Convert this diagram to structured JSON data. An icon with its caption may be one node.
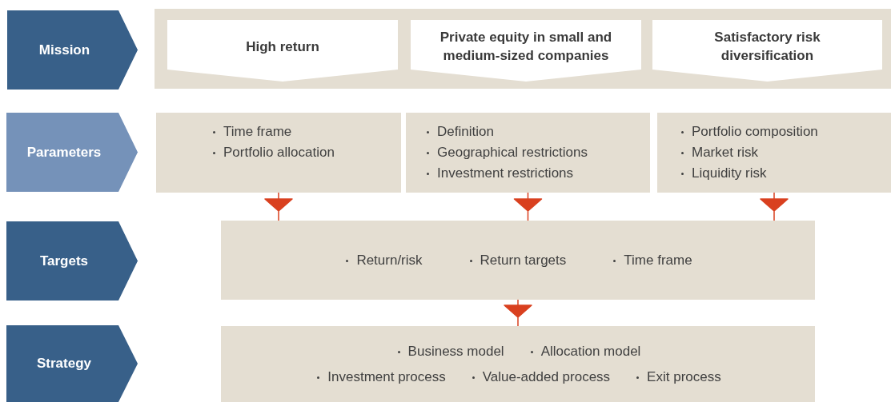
{
  "diagram": {
    "nodes": [
      {
        "text": [
          "Mission"
        ]
      },
      {
        "text": [],
        "shape": "box"
      },
      {
        "text": [
          "High return"
        ],
        "in": 1
      },
      {
        "text": [
          "Private equity in small and medium-sized companies"
        ],
        "in": 1
      },
      {
        "text": [
          "Satisfactory risk diversification"
        ],
        "in": 1
      },
      {
        "text": [
          "Parameters"
        ]
      },
      {
        "text": [
          "Time frame",
          "Portfolio allocation"
        ]
      },
      {
        "text": [
          "Definition",
          "Geographical restrictions",
          "Investment restrictions"
        ]
      },
      {
        "text": [
          "Portfolio composition",
          "Market risk",
          "Liquidity risk"
        ]
      },
      {
        "text": [
          "Targets"
        ]
      },
      {
        "text": [
          "Return/risk",
          "Return targets",
          "Time frame"
        ]
      },
      {
        "text": [
          "Strategy"
        ]
      },
      {
        "text": [
          "Business model",
          "Allocation model",
          "Investment process",
          "Value-added process",
          "Exit process"
        ]
      }
    ],
    "edges": [
      {
        "from": 6,
        "to": 10,
        "arrow": "to"
      },
      {
        "from": 7,
        "to": 10,
        "arrow": "to"
      },
      {
        "from": 8,
        "to": 10,
        "arrow": "to"
      },
      {
        "from": 10,
        "to": 12,
        "arrow": "to"
      }
    ]
  }
}
